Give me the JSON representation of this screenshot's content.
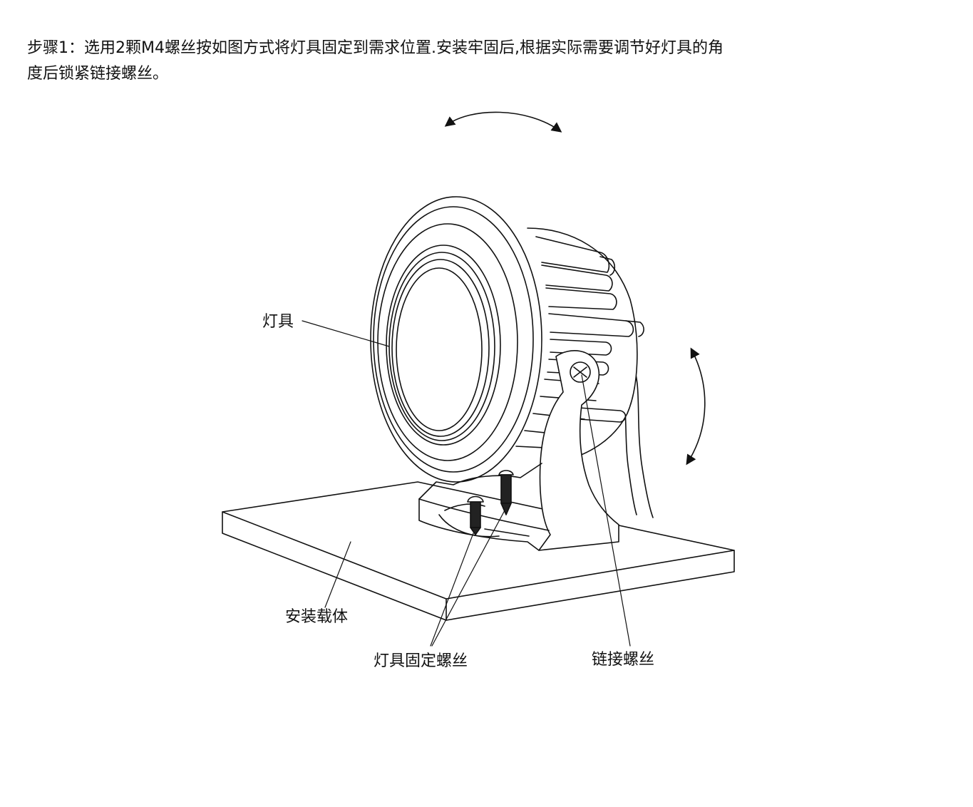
{
  "instruction": {
    "line1": "步骤1：选用2颗M4螺丝按如图方式将灯具固定到需求位置.安装牢固后,根据实际需要调节好灯具的角",
    "line2": "度后锁紧链接螺丝。"
  },
  "labels": {
    "lamp": "灯具",
    "carrier": "安装载体",
    "fix_screw": "灯具固定螺丝",
    "link_screw": "链接螺丝"
  },
  "arrows": {
    "horizontal_rotation": "rotate-horizontal-arrow-icon",
    "vertical_tilt": "tilt-vertical-arrow-icon"
  }
}
